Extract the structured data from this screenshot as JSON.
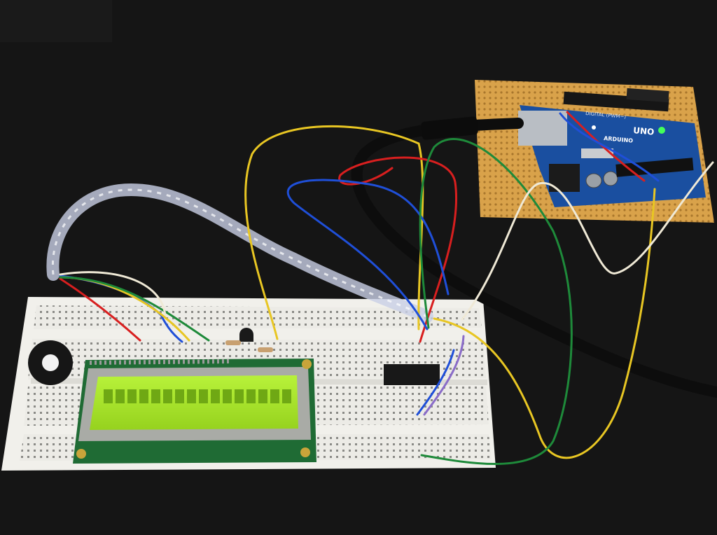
{
  "scene": {
    "background_color": "#151515",
    "objects": [
      "breadboard",
      "lcd-module",
      "arduino-uno",
      "perfboard",
      "potentiometer",
      "ic-chip",
      "transistor",
      "resistors",
      "usb-cable",
      "jumper-wires",
      "spiral-cable-wrap"
    ]
  },
  "arduino": {
    "brand_text": "ARDUINO",
    "model_text": "UNO",
    "digital_text": "DIGITAL (PWM~)",
    "board_color": "#1a4fa0"
  },
  "lcd": {
    "screen_color": "#a6e62a",
    "char_count": 16
  },
  "wires": {
    "colors": [
      "#e8c623",
      "#d81f1f",
      "#1f4fd8",
      "#1e8a3a",
      "#efe9d6",
      "#111111"
    ]
  }
}
